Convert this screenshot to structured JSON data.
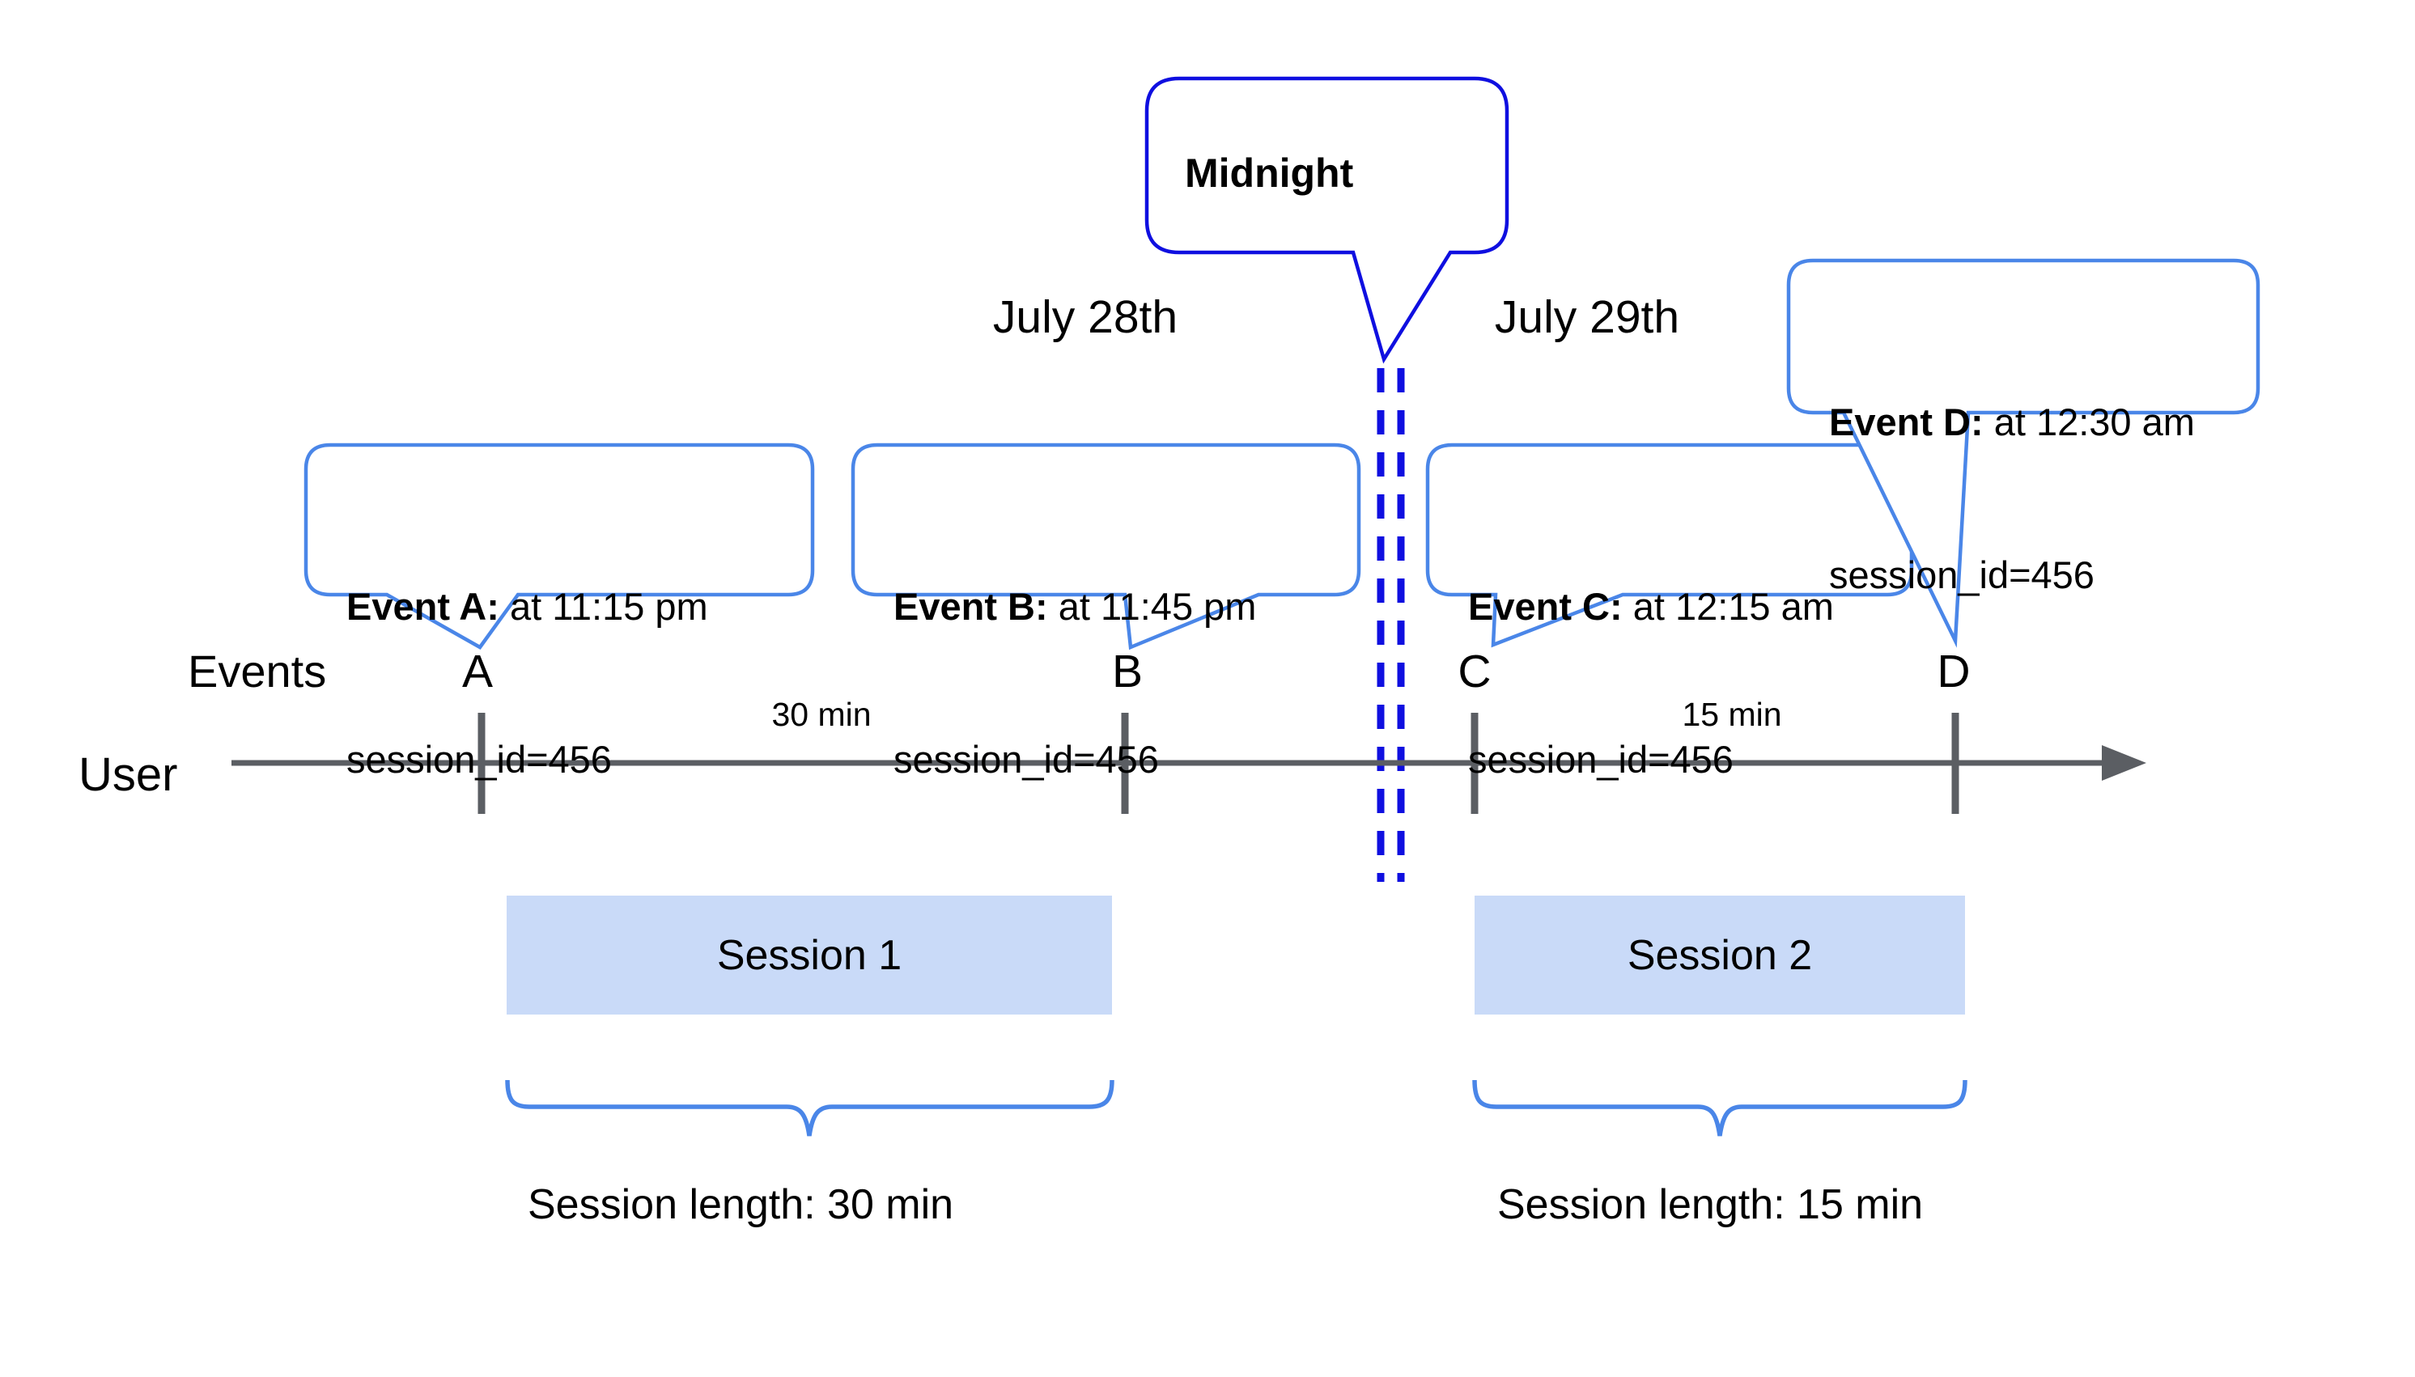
{
  "diagram": {
    "midnight_callout": "Midnight",
    "date_left": "July 28th",
    "date_right": "July 29th",
    "events_axis_label": "Events",
    "user_axis_label": "User",
    "events": [
      {
        "id": "A",
        "title": "Event A:",
        "time": " at 11:15 pm",
        "session": "session_id=456"
      },
      {
        "id": "B",
        "title": "Event B:",
        "time": " at 11:45 pm",
        "session": "session_id=456"
      },
      {
        "id": "C",
        "title": "Event C:",
        "time": " at 12:15 am",
        "session": "session_id=456"
      },
      {
        "id": "D",
        "title": "Event D:",
        "time": " at 12:30 am",
        "session": "session_id=456"
      }
    ],
    "gaps": [
      {
        "label": "30 min"
      },
      {
        "label": "15 min"
      }
    ],
    "sessions": [
      {
        "name": "Session 1",
        "length": "Session length: 30 min"
      },
      {
        "name": "Session 2",
        "length": "Session length: 15 min"
      }
    ],
    "colors": {
      "callout_border_strong": "#0f0fe0",
      "callout_border_soft": "#4a86e8",
      "session_fill": "#c9daf8",
      "timeline_gray": "#5b5e63",
      "text": "#000000"
    }
  }
}
